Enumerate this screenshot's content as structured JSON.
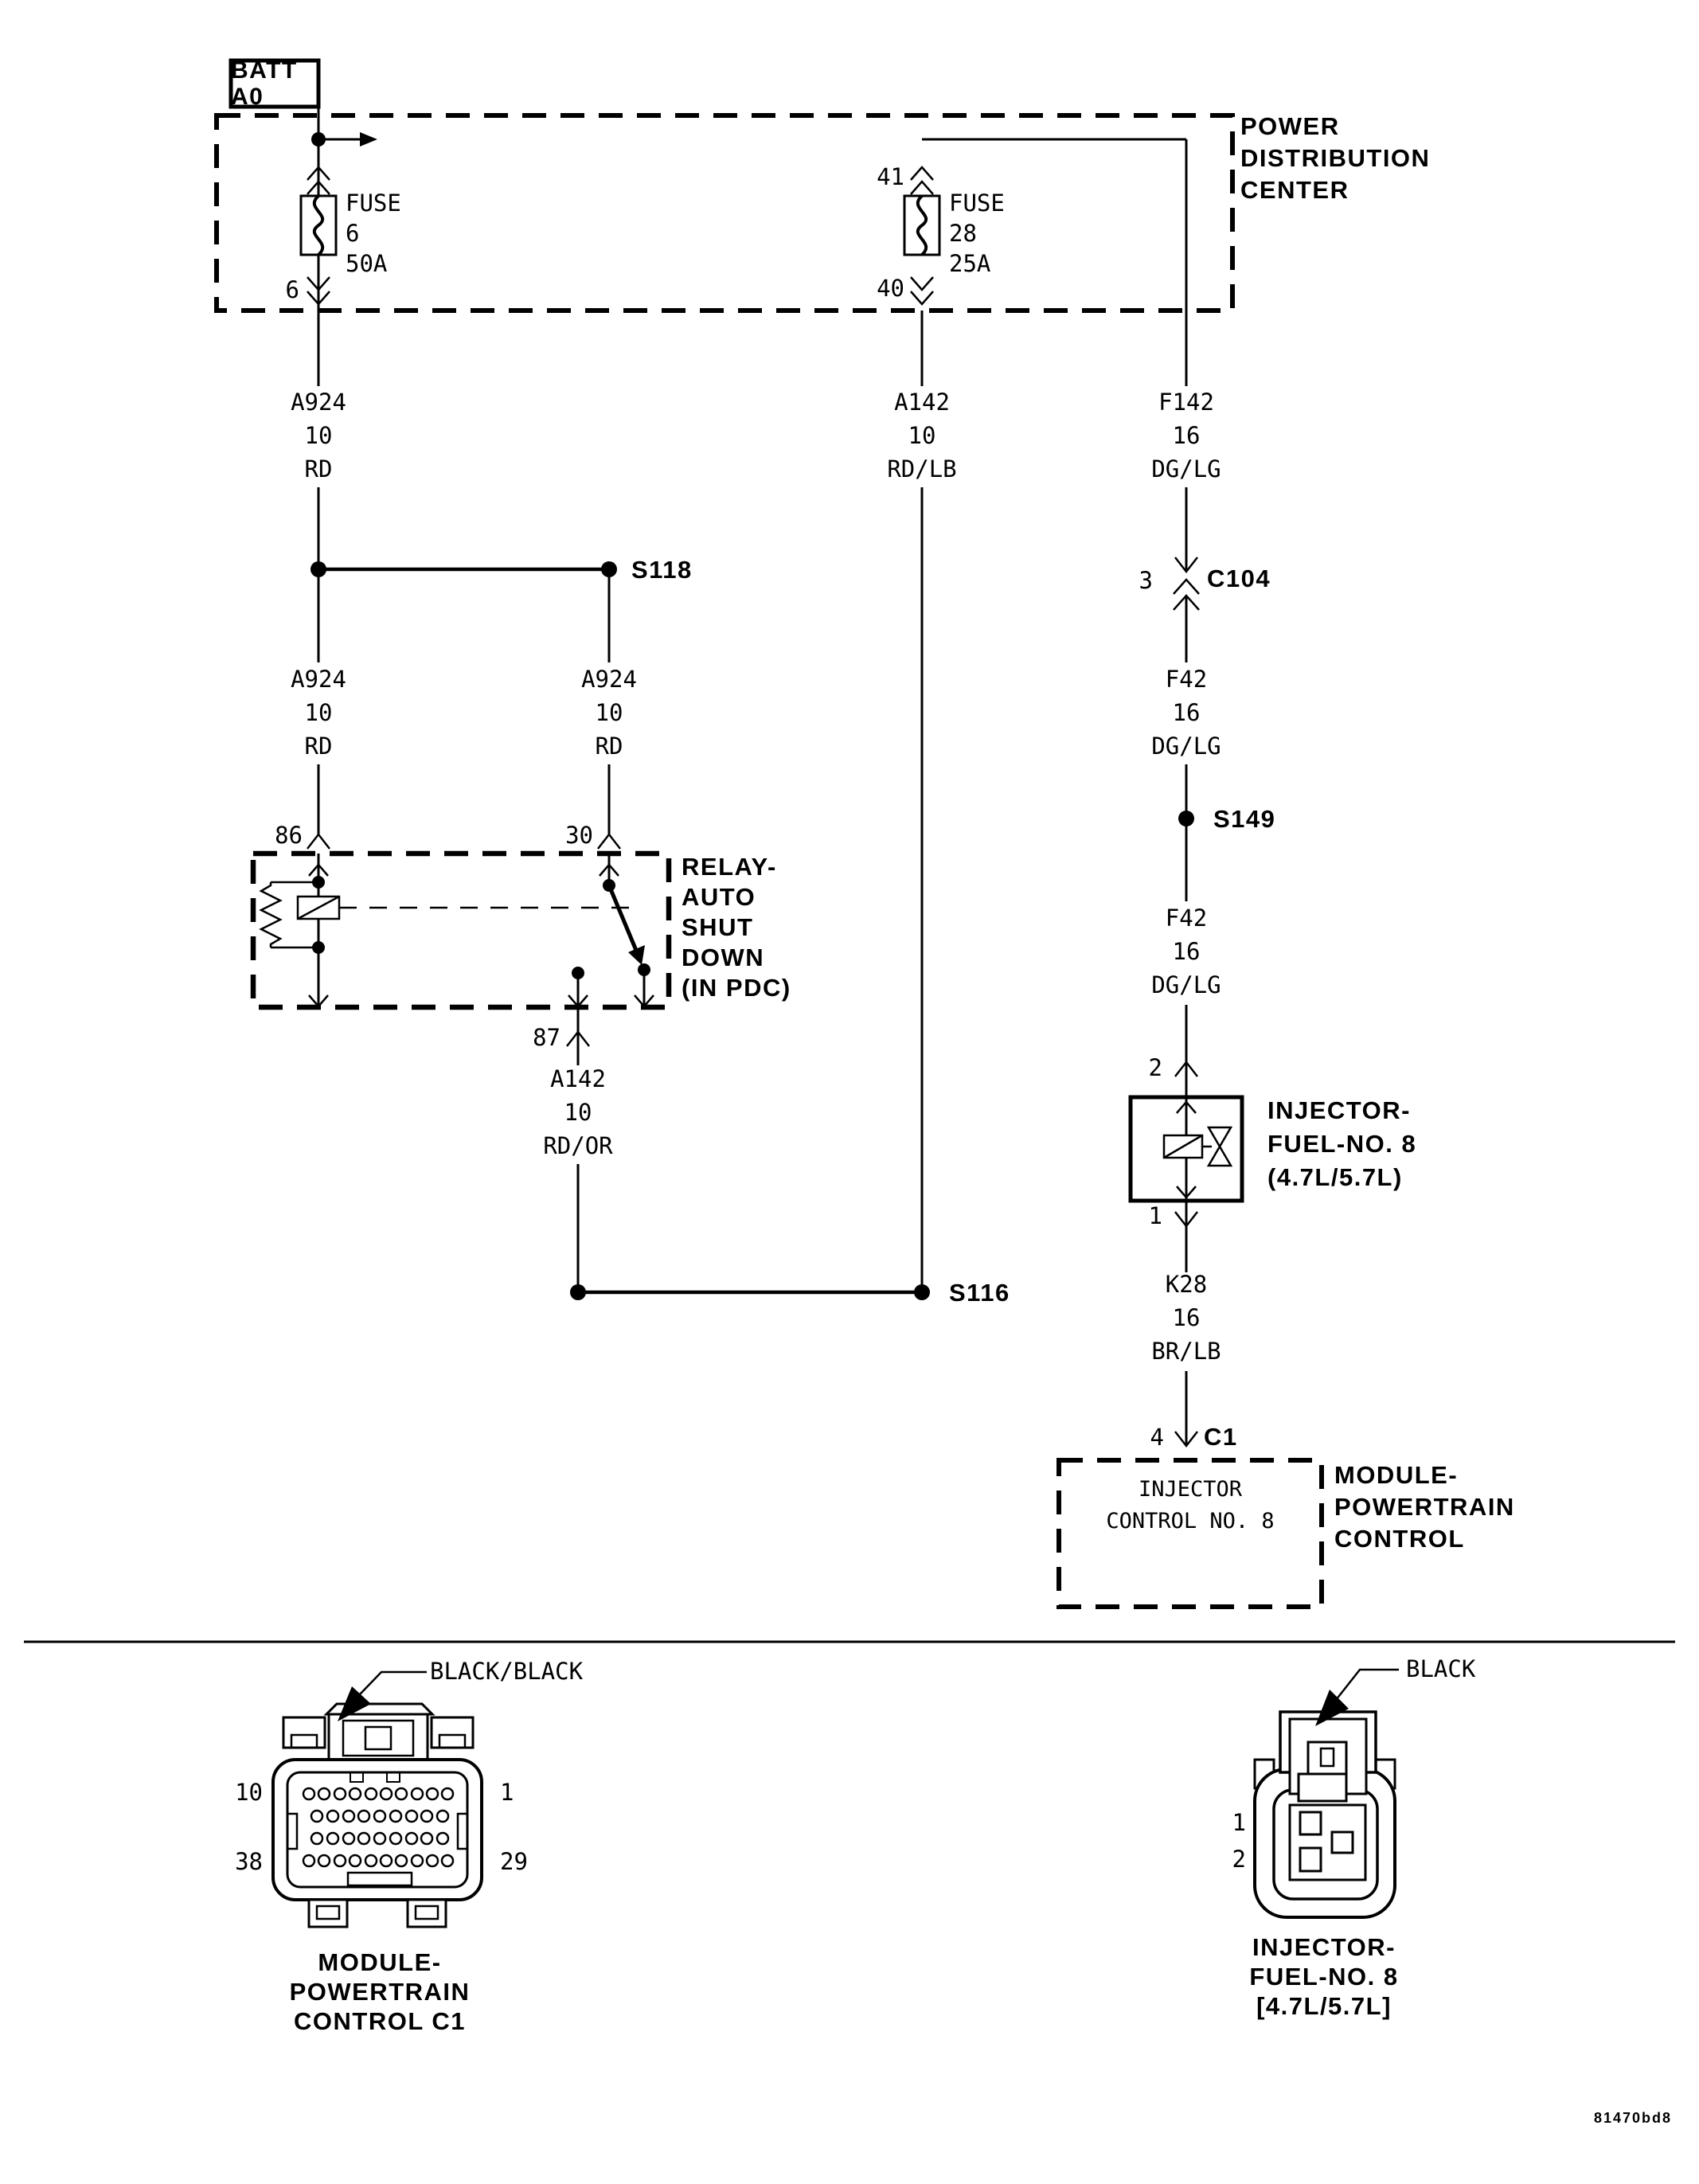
{
  "diagram": {
    "batt": "BATT A0",
    "pdc": {
      "name": [
        "POWER",
        "DISTRIBUTION",
        "CENTER"
      ],
      "fuse6": {
        "label": "FUSE",
        "number": "6",
        "amps": "50A",
        "pin_out": "6"
      },
      "fuse28": {
        "label": "FUSE",
        "number": "28",
        "amps": "25A",
        "pin_in": "41",
        "pin_out": "40"
      }
    },
    "wires": {
      "a924_main": [
        "A924",
        "10",
        "RD"
      ],
      "a924_a": [
        "A924",
        "10",
        "RD"
      ],
      "a924_b": [
        "A924",
        "10",
        "RD"
      ],
      "a142_c": [
        "A142",
        "10",
        "RD/LB"
      ],
      "f142": [
        "F142",
        "16",
        "DG/LG"
      ],
      "f42_u": [
        "F42",
        "16",
        "DG/LG"
      ],
      "f42_l": [
        "F42",
        "16",
        "DG/LG"
      ],
      "a142_or": [
        "A142",
        "10",
        "RD/OR"
      ],
      "k28": [
        "K28",
        "16",
        "BR/LB"
      ]
    },
    "splices": {
      "s118": "S118",
      "s149": "S149",
      "s116": "S116"
    },
    "c104": {
      "pin": "3",
      "name": "C104"
    },
    "relay": {
      "name": [
        "RELAY-",
        "AUTO",
        "SHUT",
        "DOWN",
        "(IN PDC)"
      ],
      "pin86": "86",
      "pin30": "30",
      "pin87": "87"
    },
    "injector": {
      "name": [
        "INJECTOR-",
        "FUEL-NO. 8",
        "(4.7L/5.7L)"
      ],
      "pin2": "2",
      "pin1": "1"
    },
    "c1": {
      "pin": "4",
      "name": "C1"
    },
    "pcm": {
      "inner": [
        "INJECTOR",
        "CONTROL NO. 8"
      ],
      "name": [
        "MODULE-",
        "POWERTRAIN",
        "CONTROL"
      ]
    },
    "views": {
      "pcm_c1": {
        "wire": "BLACK/BLACK",
        "pin_tl": "10",
        "pin_tr": "1",
        "pin_bl": "38",
        "pin_br": "29",
        "caption": [
          "MODULE-",
          "POWERTRAIN",
          "CONTROL C1"
        ]
      },
      "inj": {
        "wire": "BLACK",
        "pin1": "1",
        "pin2": "2",
        "caption": [
          "INJECTOR-",
          "FUEL-NO. 8",
          "[4.7L/5.7L]"
        ]
      }
    },
    "code": "81470bd8"
  }
}
